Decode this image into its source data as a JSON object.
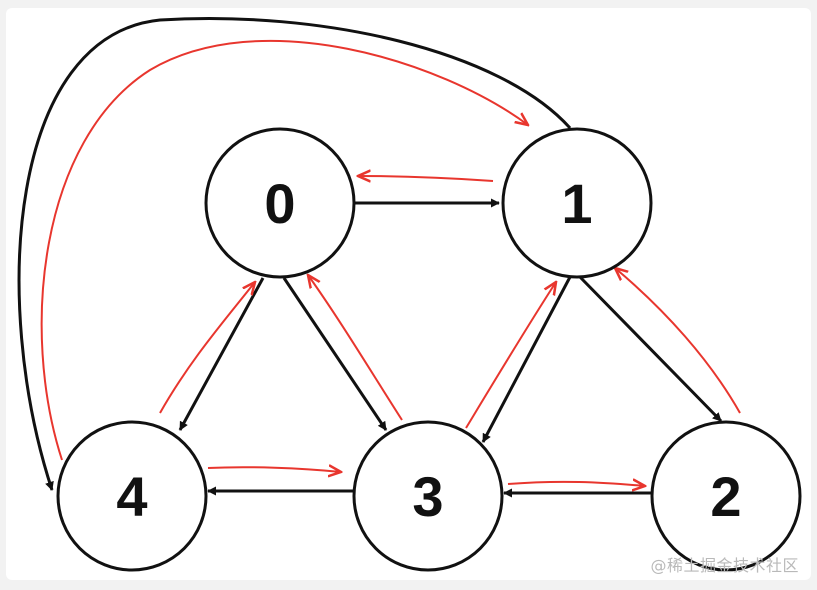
{
  "diagram": {
    "colors": {
      "black_edge": "#111111",
      "red_trace": "#e8362e",
      "node_fill": "#ffffff",
      "node_stroke": "#111111"
    },
    "nodes": [
      {
        "id": "0",
        "label": "0"
      },
      {
        "id": "1",
        "label": "1"
      },
      {
        "id": "2",
        "label": "2"
      },
      {
        "id": "3",
        "label": "3"
      },
      {
        "id": "4",
        "label": "4"
      }
    ],
    "edges": [
      {
        "from": "0",
        "to": "1"
      },
      {
        "from": "0",
        "to": "3"
      },
      {
        "from": "0",
        "to": "4"
      },
      {
        "from": "1",
        "to": "3"
      },
      {
        "from": "1",
        "to": "2"
      },
      {
        "from": "1",
        "to": "4"
      },
      {
        "from": "2",
        "to": "3"
      },
      {
        "from": "3",
        "to": "4"
      }
    ],
    "trace_edges": [
      {
        "from": "1",
        "to": "0"
      },
      {
        "from": "3",
        "to": "0"
      },
      {
        "from": "4",
        "to": "0"
      },
      {
        "from": "3",
        "to": "1"
      },
      {
        "from": "2",
        "to": "1"
      },
      {
        "from": "4",
        "to": "1"
      },
      {
        "from": "3",
        "to": "2"
      },
      {
        "from": "4",
        "to": "3"
      }
    ]
  },
  "watermark": {
    "text": "@稀土掘金技术社区"
  }
}
